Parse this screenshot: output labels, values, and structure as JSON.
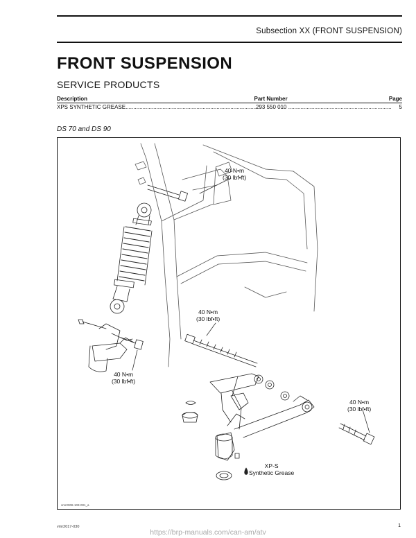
{
  "header": {
    "subsection": "Subsection XX (FRONT SUSPENSION)"
  },
  "page_title": "FRONT SUSPENSION",
  "section_title": "SERVICE PRODUCTS",
  "products_table": {
    "headers": {
      "description": "Description",
      "part_number": "Part Number",
      "page": "Page"
    },
    "rows": [
      {
        "description": "XPS SYNTHETIC GREASE............................................................................................",
        "part_number": "293 550 010 ..............................................................................................",
        "page": "5"
      }
    ]
  },
  "figure": {
    "caption": "DS 70 and DS 90",
    "torque_labels": [
      {
        "line1": "40 N•m",
        "line2": "(30 lbf•ft)"
      },
      {
        "line1": "40 N•m",
        "line2": "(30 lbf•ft)"
      },
      {
        "line1": "40 N•m",
        "line2": "(30 lbf•ft)"
      },
      {
        "line1": "40 N•m",
        "line2": "(30 lbf•ft)"
      }
    ],
    "grease_label": {
      "line1": "XP-S",
      "line2": "Synthetic Grease"
    },
    "figure_id": "vmr2006-103-001_a"
  },
  "footer": {
    "code": "vmr2017-030",
    "page_number": "1",
    "url": "https://brp-manuals.com/can-am/atv"
  }
}
